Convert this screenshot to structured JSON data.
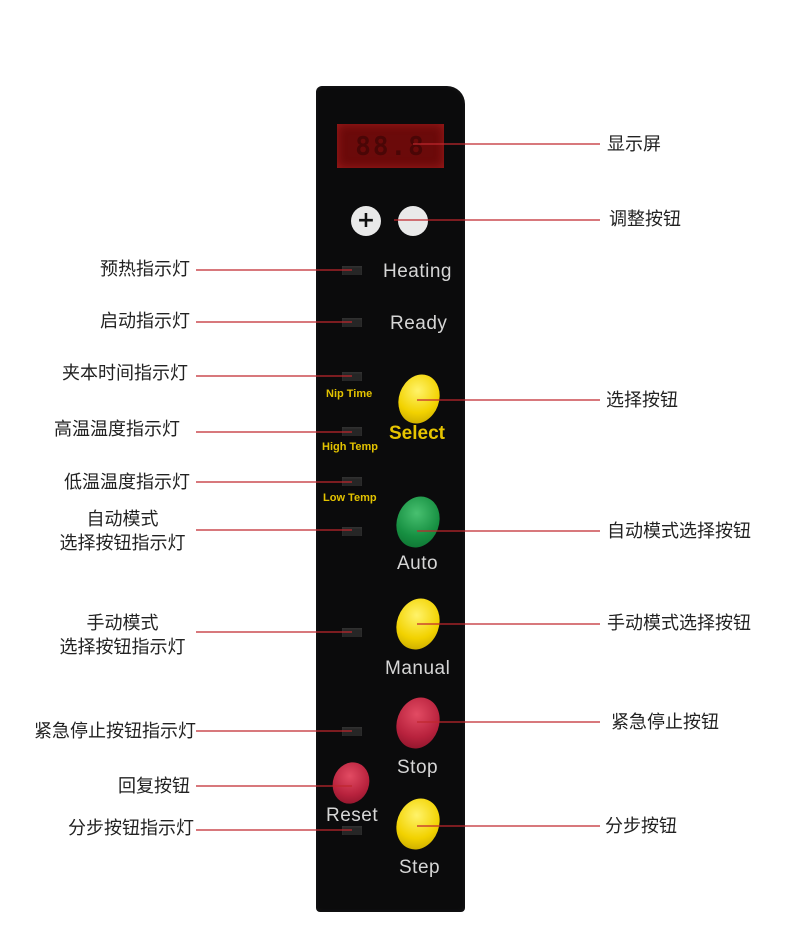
{
  "panel": {
    "display_digits": "88.8",
    "plus_symbol": "+",
    "labels": {
      "heating": "Heating",
      "ready": "Ready",
      "nip_time": "Nip Time",
      "select": "Select",
      "high_temp": "High Temp",
      "low_temp": "Low Temp",
      "auto": "Auto",
      "manual": "Manual",
      "stop": "Stop",
      "reset": "Reset",
      "step": "Step"
    }
  },
  "annotations": {
    "left": {
      "heating_led": "预热指示灯",
      "ready_led": "启动指示灯",
      "nip_time_led": "夹本时间指示灯",
      "high_temp_led": "高温温度指示灯",
      "low_temp_led": "低温温度指示灯",
      "auto_led_line1": "自动模式",
      "auto_led_line2": "选择按钮指示灯",
      "manual_led_line1": "手动模式",
      "manual_led_line2": "选择按钮指示灯",
      "stop_led": "紧急停止按钮指示灯",
      "reset_button": "回复按钮",
      "step_led": "分步按钮指示灯"
    },
    "right": {
      "display": "显示屏",
      "adjust_buttons": "调整按钮",
      "select_button": "选择按钮",
      "auto_button": "自动模式选择按钮",
      "manual_button": "手动模式选择按钮",
      "stop_button": "紧急停止按钮",
      "step_button": "分步按钮"
    }
  },
  "colors": {
    "leader_line": "#c0272d",
    "panel": "#0b0b0c",
    "yellow_button": "#f2d200",
    "green_button": "#179042",
    "red_button": "#b8223d"
  }
}
